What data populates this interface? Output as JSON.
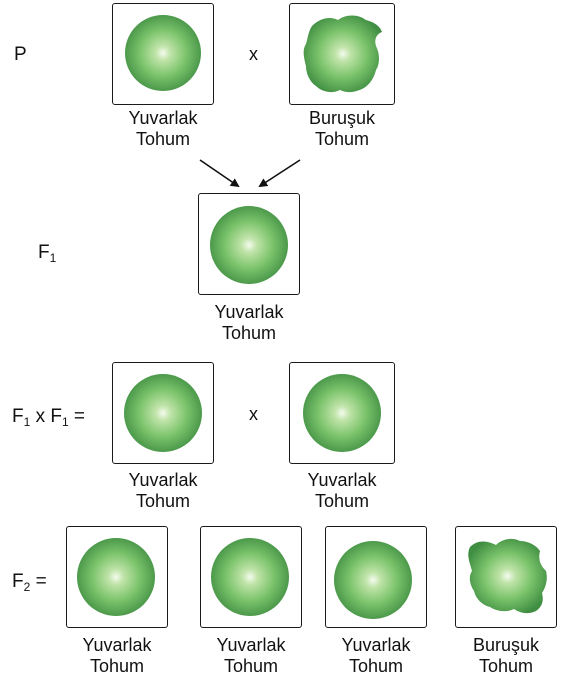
{
  "rows": {
    "p": {
      "label": "P",
      "cross": "x",
      "left_seed": {
        "line1": "Yuvarlak",
        "line2": "Tohum",
        "shape": "round"
      },
      "right_seed": {
        "line1": "Buruşuk",
        "line2": "Tohum",
        "shape": "wrinkled"
      }
    },
    "f1": {
      "label_main": "F",
      "label_sub": "1",
      "seed": {
        "line1": "Yuvarlak",
        "line2": "Tohum",
        "shape": "round"
      }
    },
    "f1xf1": {
      "label_a": "F",
      "label_a_sub": "1",
      "label_x": " x ",
      "label_b": "F",
      "label_b_sub": "1",
      "label_eq": " =",
      "cross": "x",
      "left_seed": {
        "line1": "Yuvarlak",
        "line2": "Tohum",
        "shape": "round"
      },
      "right_seed": {
        "line1": "Yuvarlak",
        "line2": "Tohum",
        "shape": "round"
      }
    },
    "f2": {
      "label_main": "F",
      "label_sub": "2",
      "label_eq": " =",
      "seeds": [
        {
          "line1": "Yuvarlak",
          "line2": "Tohum",
          "shape": "round"
        },
        {
          "line1": "Yuvarlak",
          "line2": "Tohum",
          "shape": "round"
        },
        {
          "line1": "Yuvarlak",
          "line2": "Tohum",
          "shape": "round"
        },
        {
          "line1": "Buruşuk",
          "line2": "Tohum",
          "shape": "wrinkled"
        }
      ]
    }
  },
  "colors": {
    "seed_light": "#f4fbee",
    "seed_mid": "#7cc46c",
    "seed_dark": "#3f8e42",
    "frame": "#1a1a1a"
  }
}
